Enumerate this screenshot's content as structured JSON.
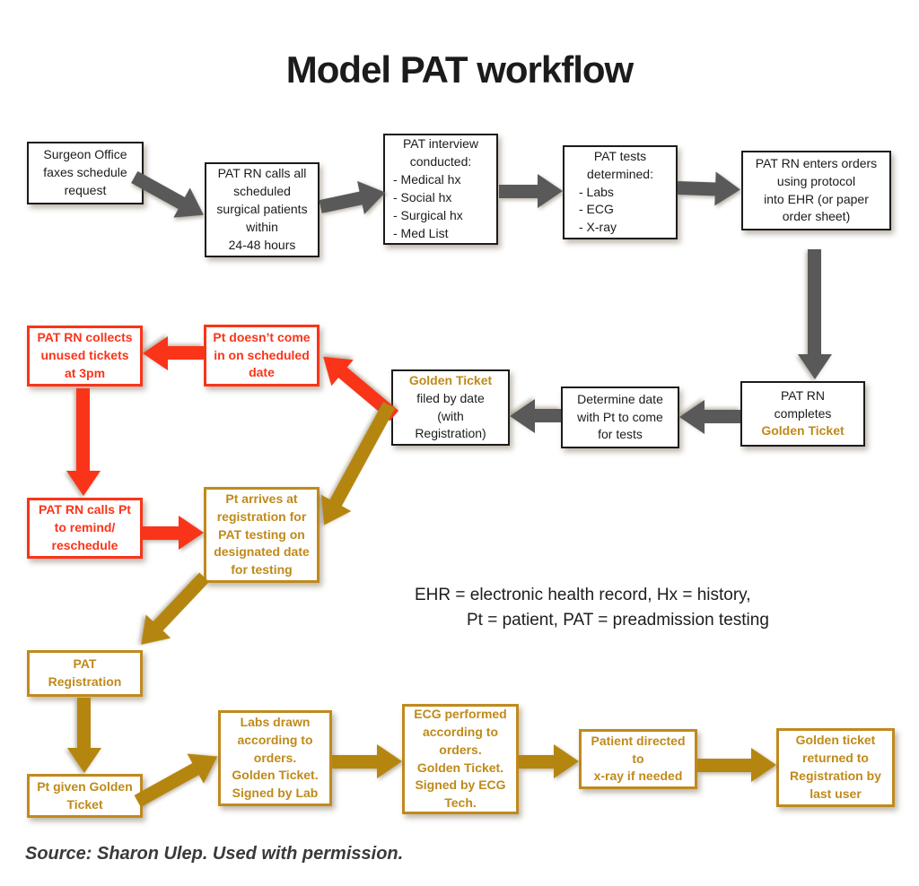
{
  "title": "Model PAT workflow",
  "colors": {
    "gray": "#595959",
    "red": "#FA3419",
    "gold": "#B5860F",
    "gold_border": "#C08A1E",
    "gold_text": "#BF8A1A",
    "ink": "#1B1B1B"
  },
  "boxes": {
    "surgeon_office": {
      "lines": [
        "Surgeon Office",
        "faxes schedule",
        "request"
      ]
    },
    "pat_rn_calls": {
      "lines": [
        "PAT RN calls all",
        "scheduled",
        "surgical patients",
        "within",
        "24-48 hours"
      ]
    },
    "pat_interview": {
      "lines": [
        "PAT interview",
        "conducted:",
        "- Medical hx",
        "- Social hx",
        "- Surgical hx",
        "- Med List"
      ]
    },
    "pat_tests": {
      "lines": [
        "PAT tests",
        "determined:",
        "- Labs",
        "- ECG",
        "- X-ray"
      ]
    },
    "pat_orders": {
      "lines": [
        "PAT RN enters orders",
        "using protocol",
        "into EHR (or paper",
        "order sheet)"
      ]
    },
    "collects_tickets": {
      "lines": [
        "PAT RN collects",
        "unused tickets",
        "at 3pm"
      ]
    },
    "doesnt_come": {
      "lines": [
        "Pt doesn’t come",
        "in on scheduled",
        "date"
      ]
    },
    "golden_filed": {
      "lines": [
        "Golden Ticket",
        "filed by date",
        "(with",
        "Registration)"
      ]
    },
    "determine_date": {
      "lines": [
        "Determine date",
        "with Pt to come",
        "for tests"
      ]
    },
    "pat_completes": {
      "lines": [
        "PAT RN",
        "completes",
        "Golden Ticket"
      ]
    },
    "calls_remind": {
      "lines": [
        "PAT RN calls Pt",
        "to remind/",
        "reschedule"
      ]
    },
    "pt_arrives": {
      "lines": [
        "Pt arrives at",
        "registration for",
        "PAT testing on",
        "designated date",
        "for testing"
      ]
    },
    "pat_registration": {
      "lines": [
        "PAT",
        "Registration"
      ]
    },
    "pt_given": {
      "lines": [
        "Pt given Golden",
        "Ticket"
      ]
    },
    "labs_drawn": {
      "lines": [
        "Labs drawn",
        "according to",
        "orders.",
        "Golden Ticket.",
        "Signed by Lab"
      ]
    },
    "ecg_performed": {
      "lines": [
        "ECG performed",
        "according to",
        "orders.",
        "Golden Ticket.",
        "Signed by ECG",
        "Tech."
      ]
    },
    "patient_directed": {
      "lines": [
        "Patient directed",
        "to",
        "x-ray if needed"
      ]
    },
    "golden_returned": {
      "lines": [
        "Golden ticket",
        "returned to",
        "Registration by",
        "last user"
      ]
    }
  },
  "edges": [
    {
      "from": "surgeon_office",
      "to": "pat_rn_calls",
      "color": "gray"
    },
    {
      "from": "pat_rn_calls",
      "to": "pat_interview",
      "color": "gray"
    },
    {
      "from": "pat_interview",
      "to": "pat_tests",
      "color": "gray"
    },
    {
      "from": "pat_tests",
      "to": "pat_orders",
      "color": "gray"
    },
    {
      "from": "pat_orders",
      "to": "pat_completes",
      "color": "gray"
    },
    {
      "from": "pat_completes",
      "to": "determine_date",
      "color": "gray"
    },
    {
      "from": "determine_date",
      "to": "golden_filed",
      "color": "gray"
    },
    {
      "from": "doesnt_come",
      "to": "collects_tickets",
      "color": "red"
    },
    {
      "from": "collects_tickets",
      "to": "calls_remind",
      "color": "red"
    },
    {
      "from": "calls_remind",
      "to": "pt_arrives",
      "color": "red"
    },
    {
      "from": "golden_filed",
      "to": "doesnt_come",
      "color": "red"
    },
    {
      "from": "golden_filed",
      "to": "pt_arrives",
      "color": "gold"
    },
    {
      "from": "pt_arrives",
      "to": "pat_registration",
      "color": "gold"
    },
    {
      "from": "pat_registration",
      "to": "pt_given",
      "color": "gold"
    },
    {
      "from": "pt_given",
      "to": "labs_drawn",
      "color": "gold"
    },
    {
      "from": "labs_drawn",
      "to": "ecg_performed",
      "color": "gold"
    },
    {
      "from": "ecg_performed",
      "to": "patient_directed",
      "color": "gold"
    },
    {
      "from": "patient_directed",
      "to": "golden_returned",
      "color": "gold"
    }
  ],
  "legend": {
    "line1": "EHR = electronic health record, Hx = history,",
    "line2": "Pt = patient, PAT = preadmission testing"
  },
  "source": "Source: Sharon Ulep. Used with permission."
}
